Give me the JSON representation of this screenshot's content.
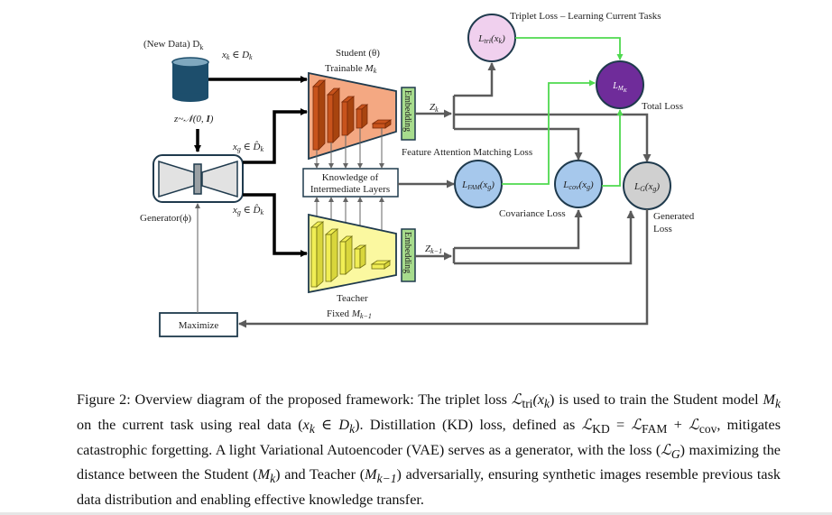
{
  "figure": {
    "inputs": {
      "new_data_label": "(New Data) D",
      "new_data_sub": "k",
      "real_sample_label": "x_k ∈ D_k",
      "noise_label": "z~𝒩(0, I)",
      "synthetic_sample_label_top": "x_g ∈ D̂_k",
      "synthetic_sample_label_bottom": "x_g ∈ D̂_k"
    },
    "generator": {
      "label": "Generator(ϕ)"
    },
    "student": {
      "title": "Student (θ)",
      "subtitle_prefix": "Trainable ",
      "subtitle_math": "M",
      "subtitle_sub": "k",
      "embedding_label": "Embedding",
      "output_label": "Z",
      "output_sub": "k"
    },
    "teacher": {
      "title": "Teacher",
      "subtitle_prefix": "Fixed ",
      "subtitle_math": "M",
      "subtitle_sub": "k−1",
      "embedding_label": "Embedding",
      "output_label": "Z",
      "output_sub": "k−1"
    },
    "knowledge_box": {
      "line1": "Knowledge of",
      "line2": "Intermediate Layers"
    },
    "maximize_box": {
      "label": "Maximize"
    },
    "losses": {
      "triplet": {
        "node": "L",
        "sub": "tri",
        "arg": "(x",
        "arg_sub": "k",
        "arg_end": ")",
        "caption": "Triplet Loss – Learning Current Tasks",
        "color": "#f0d0ee"
      },
      "total": {
        "node": "L",
        "sub": "M",
        "subsub": "K",
        "caption": "Total Loss",
        "color": "#6f2c9a"
      },
      "fam": {
        "node": "L",
        "sub": "FAM",
        "arg": "(x",
        "arg_sub": "g",
        "arg_end": ")",
        "caption": "Feature Attention Matching Loss",
        "color": "#a6c8ec"
      },
      "cov": {
        "node": "L",
        "sub": "cov",
        "arg": "(x",
        "arg_sub": "g",
        "arg_end": ")",
        "caption": "Covariance Loss",
        "color": "#a6c8ec"
      },
      "generated": {
        "node": "L",
        "sub": "G",
        "arg": "(x",
        "arg_sub": "g",
        "arg_end": ")",
        "caption_line1": "Generated",
        "caption_line2": "Loss",
        "color": "#d0d0d0"
      }
    },
    "colors": {
      "student_body": "#f4a882",
      "student_layers": "#c8531c",
      "teacher_body": "#fbf8a0",
      "teacher_layers": "#f1ee55",
      "embedding": "#a7dc8d",
      "database": "#1d4e6c",
      "generator_fill": "#e2e2e2",
      "green_flow": "#4fd94f",
      "gray_flow": "#5b5b5b",
      "outline": "#1f3a4d"
    }
  },
  "caption": {
    "figure_label": "Figure 2:",
    "parts": [
      " Overview diagram of the proposed framework: The triplet loss ",
      "ℒ",
      "tri",
      "(x",
      "k",
      ") is used to train the Student model ",
      "M",
      "k",
      " on the current task using real data (",
      "x",
      "k",
      " ∈ ",
      "D",
      "k",
      "). Distillation (KD) loss, defined as ",
      "ℒ",
      "KD",
      " = ",
      "ℒ",
      "FAM",
      " + ",
      "ℒ",
      "cov",
      ", mitigates catastrophic forgetting. A light Variational Autoencoder (VAE) serves as a generator, with the loss (",
      "ℒ",
      "G",
      ") maximizing the distance between the Student (",
      "M",
      "k",
      ") and Teacher (",
      "M",
      "k−1",
      ") adversarially, ensuring synthetic images resemble previous task data distribution and enabling effective knowledge transfer."
    ]
  }
}
